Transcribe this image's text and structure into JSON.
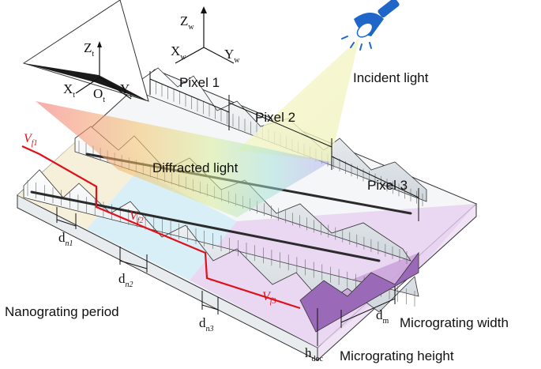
{
  "labels": {
    "pixel1": "Pixel 1",
    "pixel2": "Pixel 2",
    "pixel3": "Pixel 3",
    "incident_light": "Incident light",
    "diffracted_light": "Diffracted light",
    "nanograting_period": "Nanograting period",
    "micrograting_width": "Micrograting width",
    "micrograting_height": "Micrograting height"
  },
  "world_axes": {
    "z": "Z",
    "z_sub": "w",
    "x": "X",
    "x_sub": "w",
    "y": "Y",
    "y_sub": "w"
  },
  "tilted_axes": {
    "z": "Z",
    "z_sub": "t",
    "x": "X",
    "x_sub": "t",
    "y": "Y",
    "y_sub": "t",
    "o": "O",
    "o_sub": "t"
  },
  "periods": [
    {
      "base": "d",
      "sub": "n1"
    },
    {
      "base": "d",
      "sub": "n2"
    },
    {
      "base": "d",
      "sub": "n3"
    }
  ],
  "micro_width_symbol": {
    "base": "d",
    "sub": "m"
  },
  "micro_height_symbol": {
    "base": "h",
    "sub": "doc"
  },
  "velocity_labels": [
    {
      "base": "V",
      "sub": "f1"
    },
    {
      "base": "V",
      "sub": "f2"
    },
    {
      "base": "V",
      "sub": "f3"
    }
  ],
  "colors": {
    "velocity_line": "#e0101a",
    "lamp": "#1f66c9",
    "light_beam": "#f6f3c0",
    "pixel3_tint": "#e7cff0",
    "pixel2_tint": "#d6eef6",
    "pixel1_tint": "#f6efd6"
  }
}
